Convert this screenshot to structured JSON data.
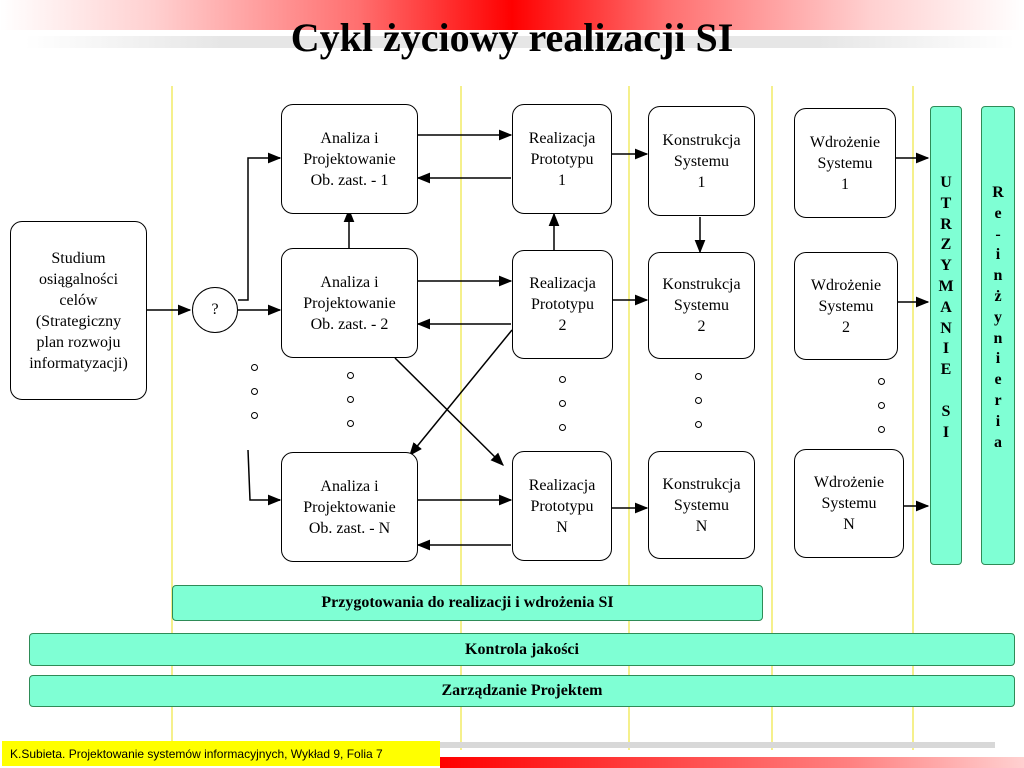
{
  "title": "Cykl życiowy realizacji SI",
  "study_box": "Studium\nosiągalności\ncelów\n(Strategiczny\nplan rozwoju\ninformatyzacji)",
  "decision": "?",
  "analysis": [
    "Analiza i\nProjektowanie\nOb. zast. - 1",
    "Analiza i\nProjektowanie\nOb. zast. - 2",
    "Analiza i\nProjektowanie\nOb. zast. - N"
  ],
  "prototype": [
    "Realizacja\nPrototypu\n1",
    "Realizacja\nPrototypu\n2",
    "Realizacja\nPrototypu\nN"
  ],
  "construction": [
    "Konstrukcja\nSystemu\n1",
    "Konstrukcja\nSystemu\n2",
    "Konstrukcja\nSystemu\nN"
  ],
  "deployment": [
    "Wdrożenie\nSystemu\n1",
    "Wdrożenie\nSystemu\n2",
    "Wdrożenie\nSystemu\nN"
  ],
  "maintenance": [
    "U",
    "T",
    "R",
    "Z",
    "Y",
    "M",
    "A",
    "N",
    "I",
    "E",
    "",
    "S",
    "I"
  ],
  "reengineering": [
    "R",
    "e",
    "-",
    "i",
    "n",
    "ż",
    "y",
    "n",
    "i",
    "e",
    "r",
    "i",
    "a"
  ],
  "bars": {
    "preparation": "Przygotowania do realizacji i wdrożenia SI",
    "quality": "Kontrola jakości",
    "management": "Zarządzanie Projektem"
  },
  "footer": "K.Subieta. Projektowanie systemów informacyjnych, Wykład 9, Folia 7",
  "colors": {
    "accent_bar": "#7fffd4",
    "guide_lines": "#f5f08c",
    "footer_bg": "#ffff00",
    "top_band": "#ff0000"
  }
}
